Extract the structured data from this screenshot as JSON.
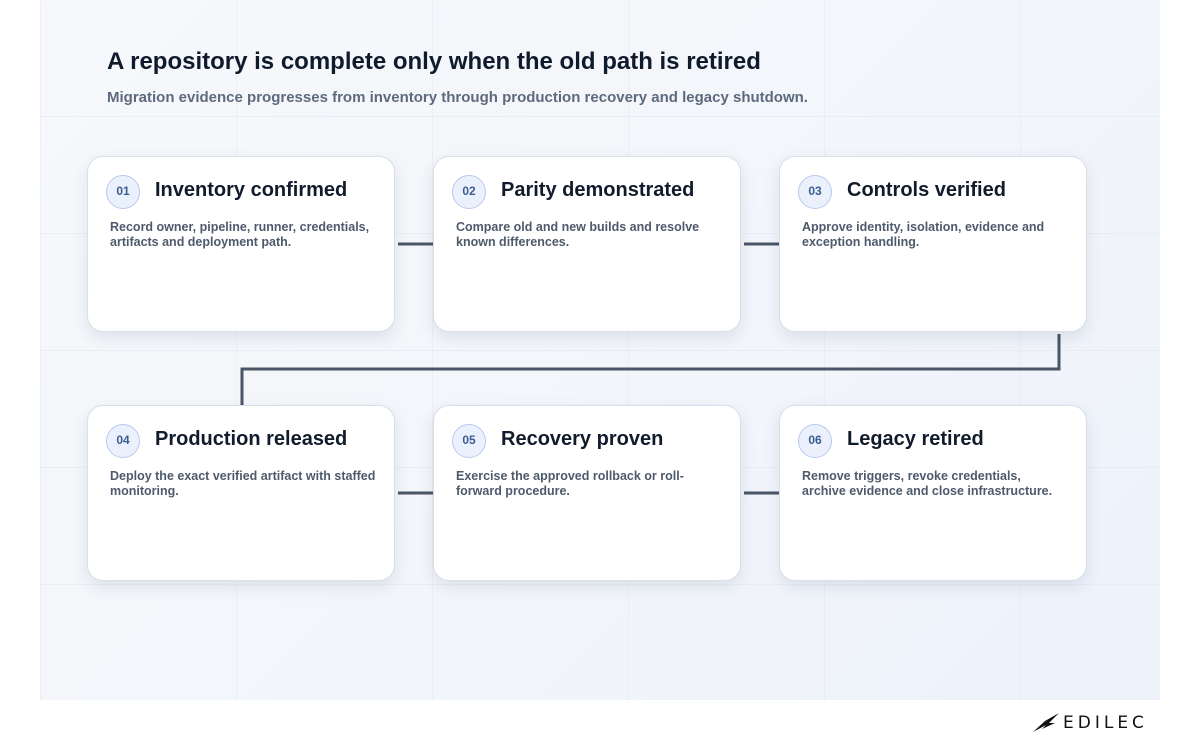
{
  "header": {
    "title": "A repository is complete only when the old path is retired",
    "subtitle": "Migration evidence progresses from inventory through production recovery and legacy shutdown."
  },
  "steps": [
    {
      "number": "01",
      "title": "Inventory confirmed",
      "description": "Record owner, pipeline, runner, credentials, artifacts and deployment path."
    },
    {
      "number": "02",
      "title": "Parity demonstrated",
      "description": "Compare old and new builds and resolve known differences."
    },
    {
      "number": "03",
      "title": "Controls verified",
      "description": "Approve identity, isolation, evidence and exception handling."
    },
    {
      "number": "04",
      "title": "Production released",
      "description": "Deploy the exact verified artifact with staffed monitoring."
    },
    {
      "number": "05",
      "title": "Recovery proven",
      "description": "Exercise the approved rollback or roll-forward procedure."
    },
    {
      "number": "06",
      "title": "Legacy retired",
      "description": "Remove triggers, revoke credentials, archive evidence and close infrastructure."
    }
  ],
  "brand": {
    "name": "EDILEC",
    "icon": "brand-mark-icon"
  },
  "colors": {
    "connector": "#4a5567",
    "badge_border": "#b8cbec",
    "badge_fill": "#eaf1fc",
    "badge_text": "#3d5c92"
  }
}
